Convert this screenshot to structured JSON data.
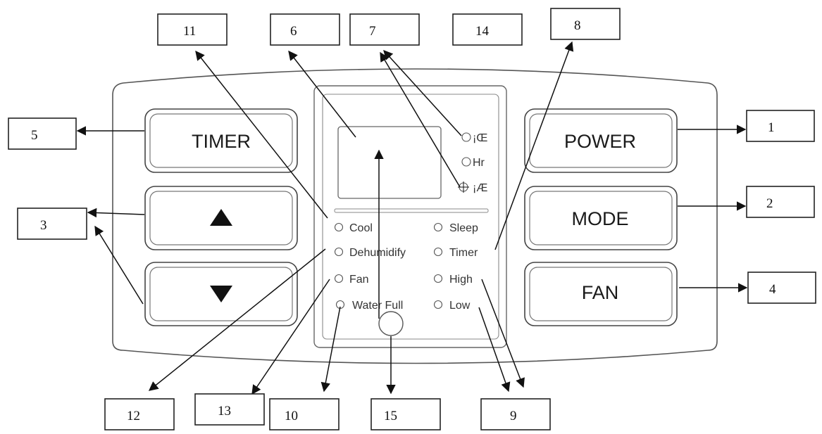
{
  "buttons": {
    "timer": "TIMER",
    "power": "POWER",
    "mode": "MODE",
    "fan": "FAN"
  },
  "display_units": {
    "celsius": "¡Œ",
    "hour": "Hr",
    "fahrenheit": "¡Æ"
  },
  "indicators_left": [
    "Cool",
    "Dehumidify",
    "Fan",
    "Water Full"
  ],
  "indicators_right": [
    "Sleep",
    "Timer",
    "High",
    "Low"
  ],
  "callouts": {
    "c1": "1",
    "c2": "2",
    "c3": "3",
    "c4": "4",
    "c5": "5",
    "c6": "6",
    "c7": "7",
    "c8": "8",
    "c9": "9",
    "c10": "10",
    "c11": "11",
    "c12": "12",
    "c13": "13",
    "c14": "14",
    "c15": "15"
  }
}
